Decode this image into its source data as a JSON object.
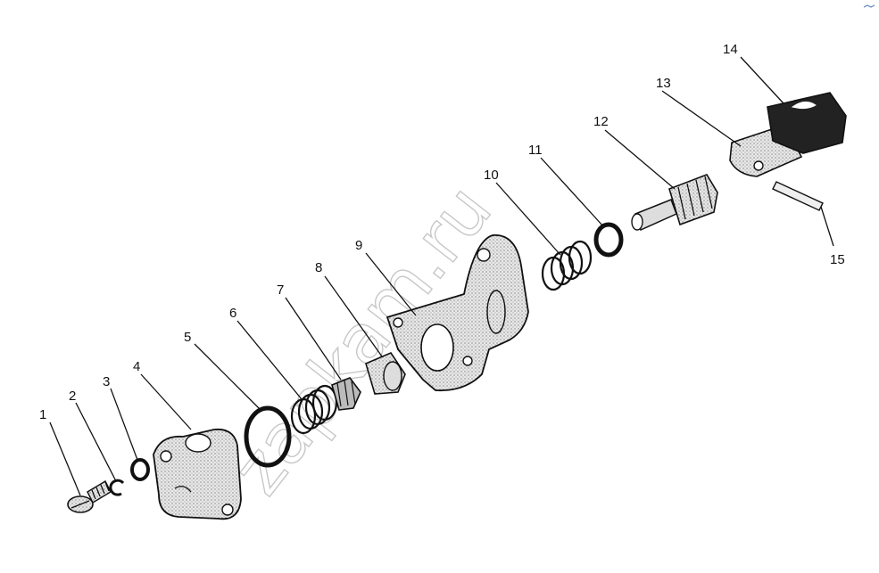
{
  "watermark": "zapkam.ru",
  "callouts": [
    "1",
    "2",
    "3",
    "4",
    "5",
    "6",
    "7",
    "8",
    "9",
    "10",
    "11",
    "12",
    "13",
    "14",
    "15"
  ],
  "colors": {
    "ink": "#111111",
    "fill": "#e6e6e6",
    "dark": "#222222",
    "watermark": "#9a9a9a"
  }
}
